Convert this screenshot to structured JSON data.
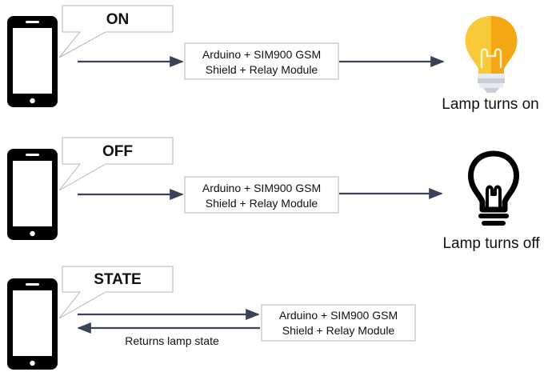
{
  "rows": [
    {
      "command": "ON",
      "module_line1": "Arduino + SIM900 GSM",
      "module_line2": "Shield + Relay Module",
      "result": "Lamp turns on"
    },
    {
      "command": "OFF",
      "module_line1": "Arduino + SIM900 GSM",
      "module_line2": "Shield + Relay Module",
      "result": "Lamp turns off"
    },
    {
      "command": "STATE",
      "module_line1": "Arduino + SIM900 GSM",
      "module_line2": "Shield + Relay Module",
      "return_label": "Returns lamp state"
    }
  ],
  "colors": {
    "arrow": "#3a4256",
    "bulb_yellow": "#f9c93c",
    "bulb_yellow_dark": "#f3a712",
    "bulb_base": "#d9dde3",
    "phone": "#000000"
  },
  "icons": [
    "smartphone-icon",
    "speech-bubble-icon",
    "lit-bulb-icon",
    "unlit-bulb-icon"
  ]
}
